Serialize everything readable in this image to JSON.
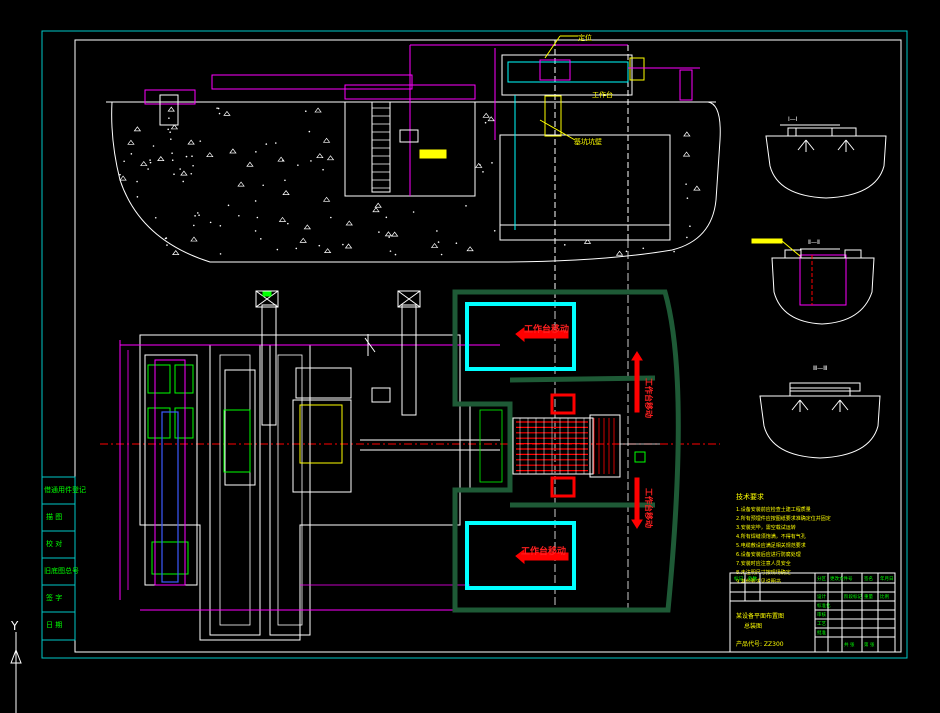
{
  "colors": {
    "frame": "#00c8c8",
    "magenta": "#ff00ff",
    "white": "#ffffff",
    "yellow": "#ffff00",
    "green": "#00ff00",
    "cyan": "#00ffff",
    "red": "#ff0000",
    "darkgreen": "#1e5a36",
    "blue": "#3c5aff",
    "gray": "#9a9a9a"
  },
  "labels": {
    "top_callout": "定位",
    "work_platform": "工作台",
    "pit_callout": "基坑坑壁",
    "section_a": "Ⅰ—Ⅰ",
    "section_b": "Ⅱ—Ⅱ",
    "section_c": "Ⅲ—Ⅲ",
    "work_zone_top": "工作台移动",
    "work_zone_bottom": "工作台移动",
    "vertical_right_top": "工作台移动",
    "vertical_right_bottom": "工作台移动"
  },
  "notes": {
    "title": "技术要求",
    "lines": [
      "1.设备安装前应检查土建工程质量",
      "2.所有预埋件应按图纸要求准确定位并固定",
      "3.安装完毕，需空载试运转",
      "4.所有焊缝须饱满，不得有气孔",
      "5.电缆敷设应满足相关规范要求",
      "6.设备安装后应进行防腐处理",
      "7.安装时应注意人员安全",
      "8.未注明尺寸按现场确定",
      "9.其他要求见说明书"
    ]
  },
  "side_table": {
    "rows": [
      "借通用件登记",
      "描  图",
      "校  对",
      "旧底图总号",
      "签  字",
      "日  期"
    ]
  },
  "title_block": {
    "project": "某设备平面布置图",
    "subtitle": "总装图",
    "product_code": "产品代号: ZZ300",
    "header_cells": [
      "标记",
      "处数",
      "分区",
      "更改文件号",
      "签名",
      "年月日"
    ],
    "role_cells": [
      "设计",
      "标准化",
      "审核",
      "工艺",
      "批准"
    ],
    "stage_cells": [
      "阶段标记",
      "重量",
      "比例"
    ],
    "sheet_cells": [
      "共 张",
      "第 张"
    ]
  },
  "axis": {
    "y_label": "Y"
  }
}
